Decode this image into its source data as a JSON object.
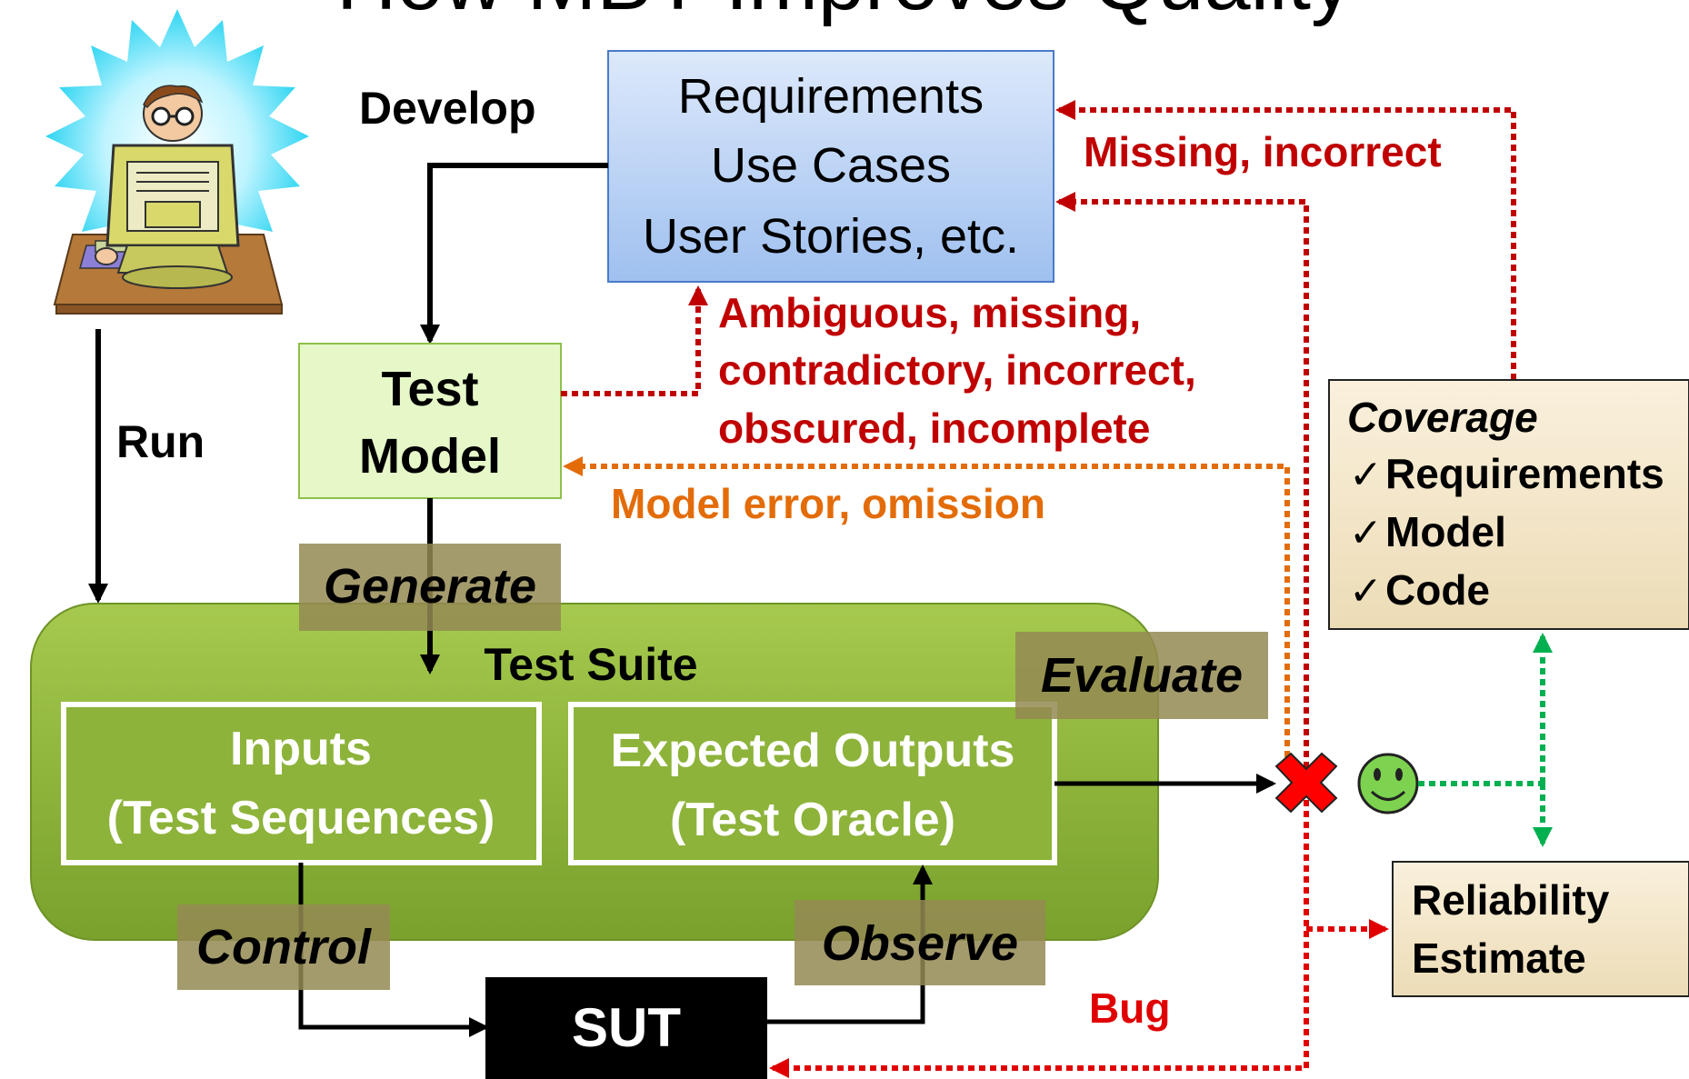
{
  "title": "How MBT Improves Quality",
  "nodes": {
    "requirements": {
      "lines": [
        "Requirements",
        "Use Cases",
        "User Stories, etc."
      ]
    },
    "test_model": {
      "lines": [
        "Test",
        "Model"
      ]
    },
    "test_suite": {
      "label": "Test Suite"
    },
    "inputs": {
      "lines": [
        "Inputs",
        "(Test Sequences)"
      ]
    },
    "expected_outputs": {
      "lines": [
        "Expected Outputs",
        "(Test Oracle)"
      ]
    },
    "sut": {
      "label": "SUT"
    },
    "coverage": {
      "title": "Coverage",
      "items": [
        "Requirements",
        "Model",
        "Code"
      ],
      "check_glyph": "✓"
    },
    "reliability": {
      "lines": [
        "Reliability",
        "Estimate"
      ]
    }
  },
  "edge_labels": {
    "develop": "Develop",
    "run": "Run",
    "generate": "Generate",
    "evaluate": "Evaluate",
    "control": "Control",
    "observe": "Observe",
    "missing_incorrect": "Missing, incorrect",
    "ambiguous": [
      "Ambiguous, missing,",
      "contradictory, incorrect,",
      "obscured, incomplete"
    ],
    "model_error": "Model error, omission",
    "bug": "Bug"
  },
  "icons": {
    "developer": "developer-at-computer-icon",
    "fail": "red-x-icon",
    "pass": "smiley-face-icon"
  },
  "colors": {
    "feedback_red": "#c00000",
    "dotted_red": "#e00000",
    "feedback_orange": "#e36c09",
    "coverage_green": "#00b050",
    "suite_green": "#8db33a",
    "requirements_blue": "#b8d0f5",
    "model_green": "#e6f8c8",
    "label_olive": "#948a54"
  }
}
